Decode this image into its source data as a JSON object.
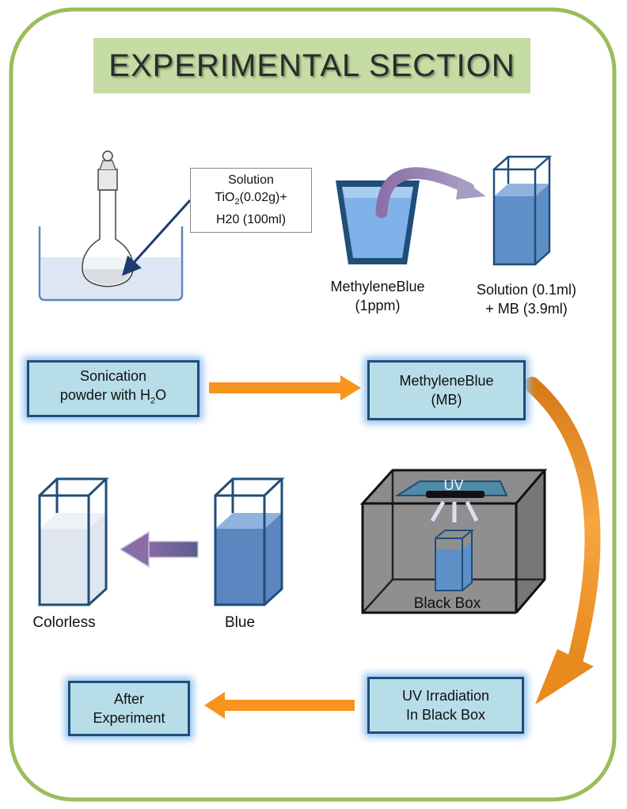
{
  "title": "EXPERIMENTAL SECTION",
  "callout": {
    "line1": "Solution",
    "line2_pre": "TiO",
    "line2_sub": "2",
    "line2_post": "(0.02g)+",
    "line3": "H20 (100ml)"
  },
  "beaker_label": {
    "line1": "MethyleneBlue",
    "line2": "(1ppm)"
  },
  "cuvette_label": {
    "line1": "Solution (0.1ml)",
    "line2": "+ MB (3.9ml)"
  },
  "step_sonication": {
    "line1": "Sonication",
    "line2_pre": "powder with H",
    "line2_sub": "2",
    "line2_post": "O"
  },
  "step_mb": {
    "line1": "MethyleneBlue",
    "line2": "(MB)"
  },
  "step_uv": {
    "line1": "UV Irradiation",
    "line2": "In Black Box"
  },
  "step_after": {
    "line1": "After",
    "line2": "Experiment"
  },
  "uv_label": "UV",
  "blackbox_label": "Black Box",
  "colorless_label": "Colorless",
  "blue_label": "Blue",
  "colors": {
    "frame_border": "#9bbd5a",
    "title_bg": "#c5dca4",
    "box_fill": "#b7dde8",
    "box_border": "#1f4e79",
    "orange_arrow": "#f7941d",
    "blue_liquid": "#5b86c0",
    "light_liquid": "#dfe6ef"
  }
}
